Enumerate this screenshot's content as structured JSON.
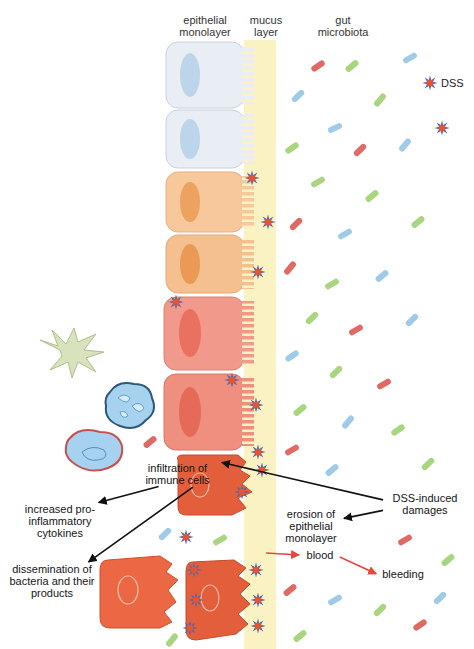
{
  "diagram": {
    "nodes": [
      {
        "text": [
          "infiltration of immune cells"
        ]
      },
      {
        "text": [
          "DSS-induced damages"
        ]
      },
      {
        "text": [
          "increased pro-inflammatory cytokines"
        ]
      },
      {
        "text": [
          "erosion of epithelial monolayer"
        ]
      },
      {
        "text": [
          "blood"
        ]
      },
      {
        "text": [
          "dissemination of bacteria and their products"
        ]
      },
      {
        "text": [
          "bleeding"
        ]
      }
    ],
    "edges": [
      {
        "from": 1,
        "to": 0,
        "arrow": "to"
      },
      {
        "from": 1,
        "to": 3,
        "arrow": "to"
      },
      {
        "from": 0,
        "to": 2,
        "arrow": "to"
      },
      {
        "from": 0,
        "to": 5,
        "arrow": "to"
      },
      {
        "from": 4,
        "to": 6,
        "arrow": "to"
      }
    ],
    "labels": [
      "epithelial monolayer",
      "mucus layer",
      "gut microbiota"
    ],
    "legend": [
      {
        "text": "DSS"
      }
    ]
  }
}
